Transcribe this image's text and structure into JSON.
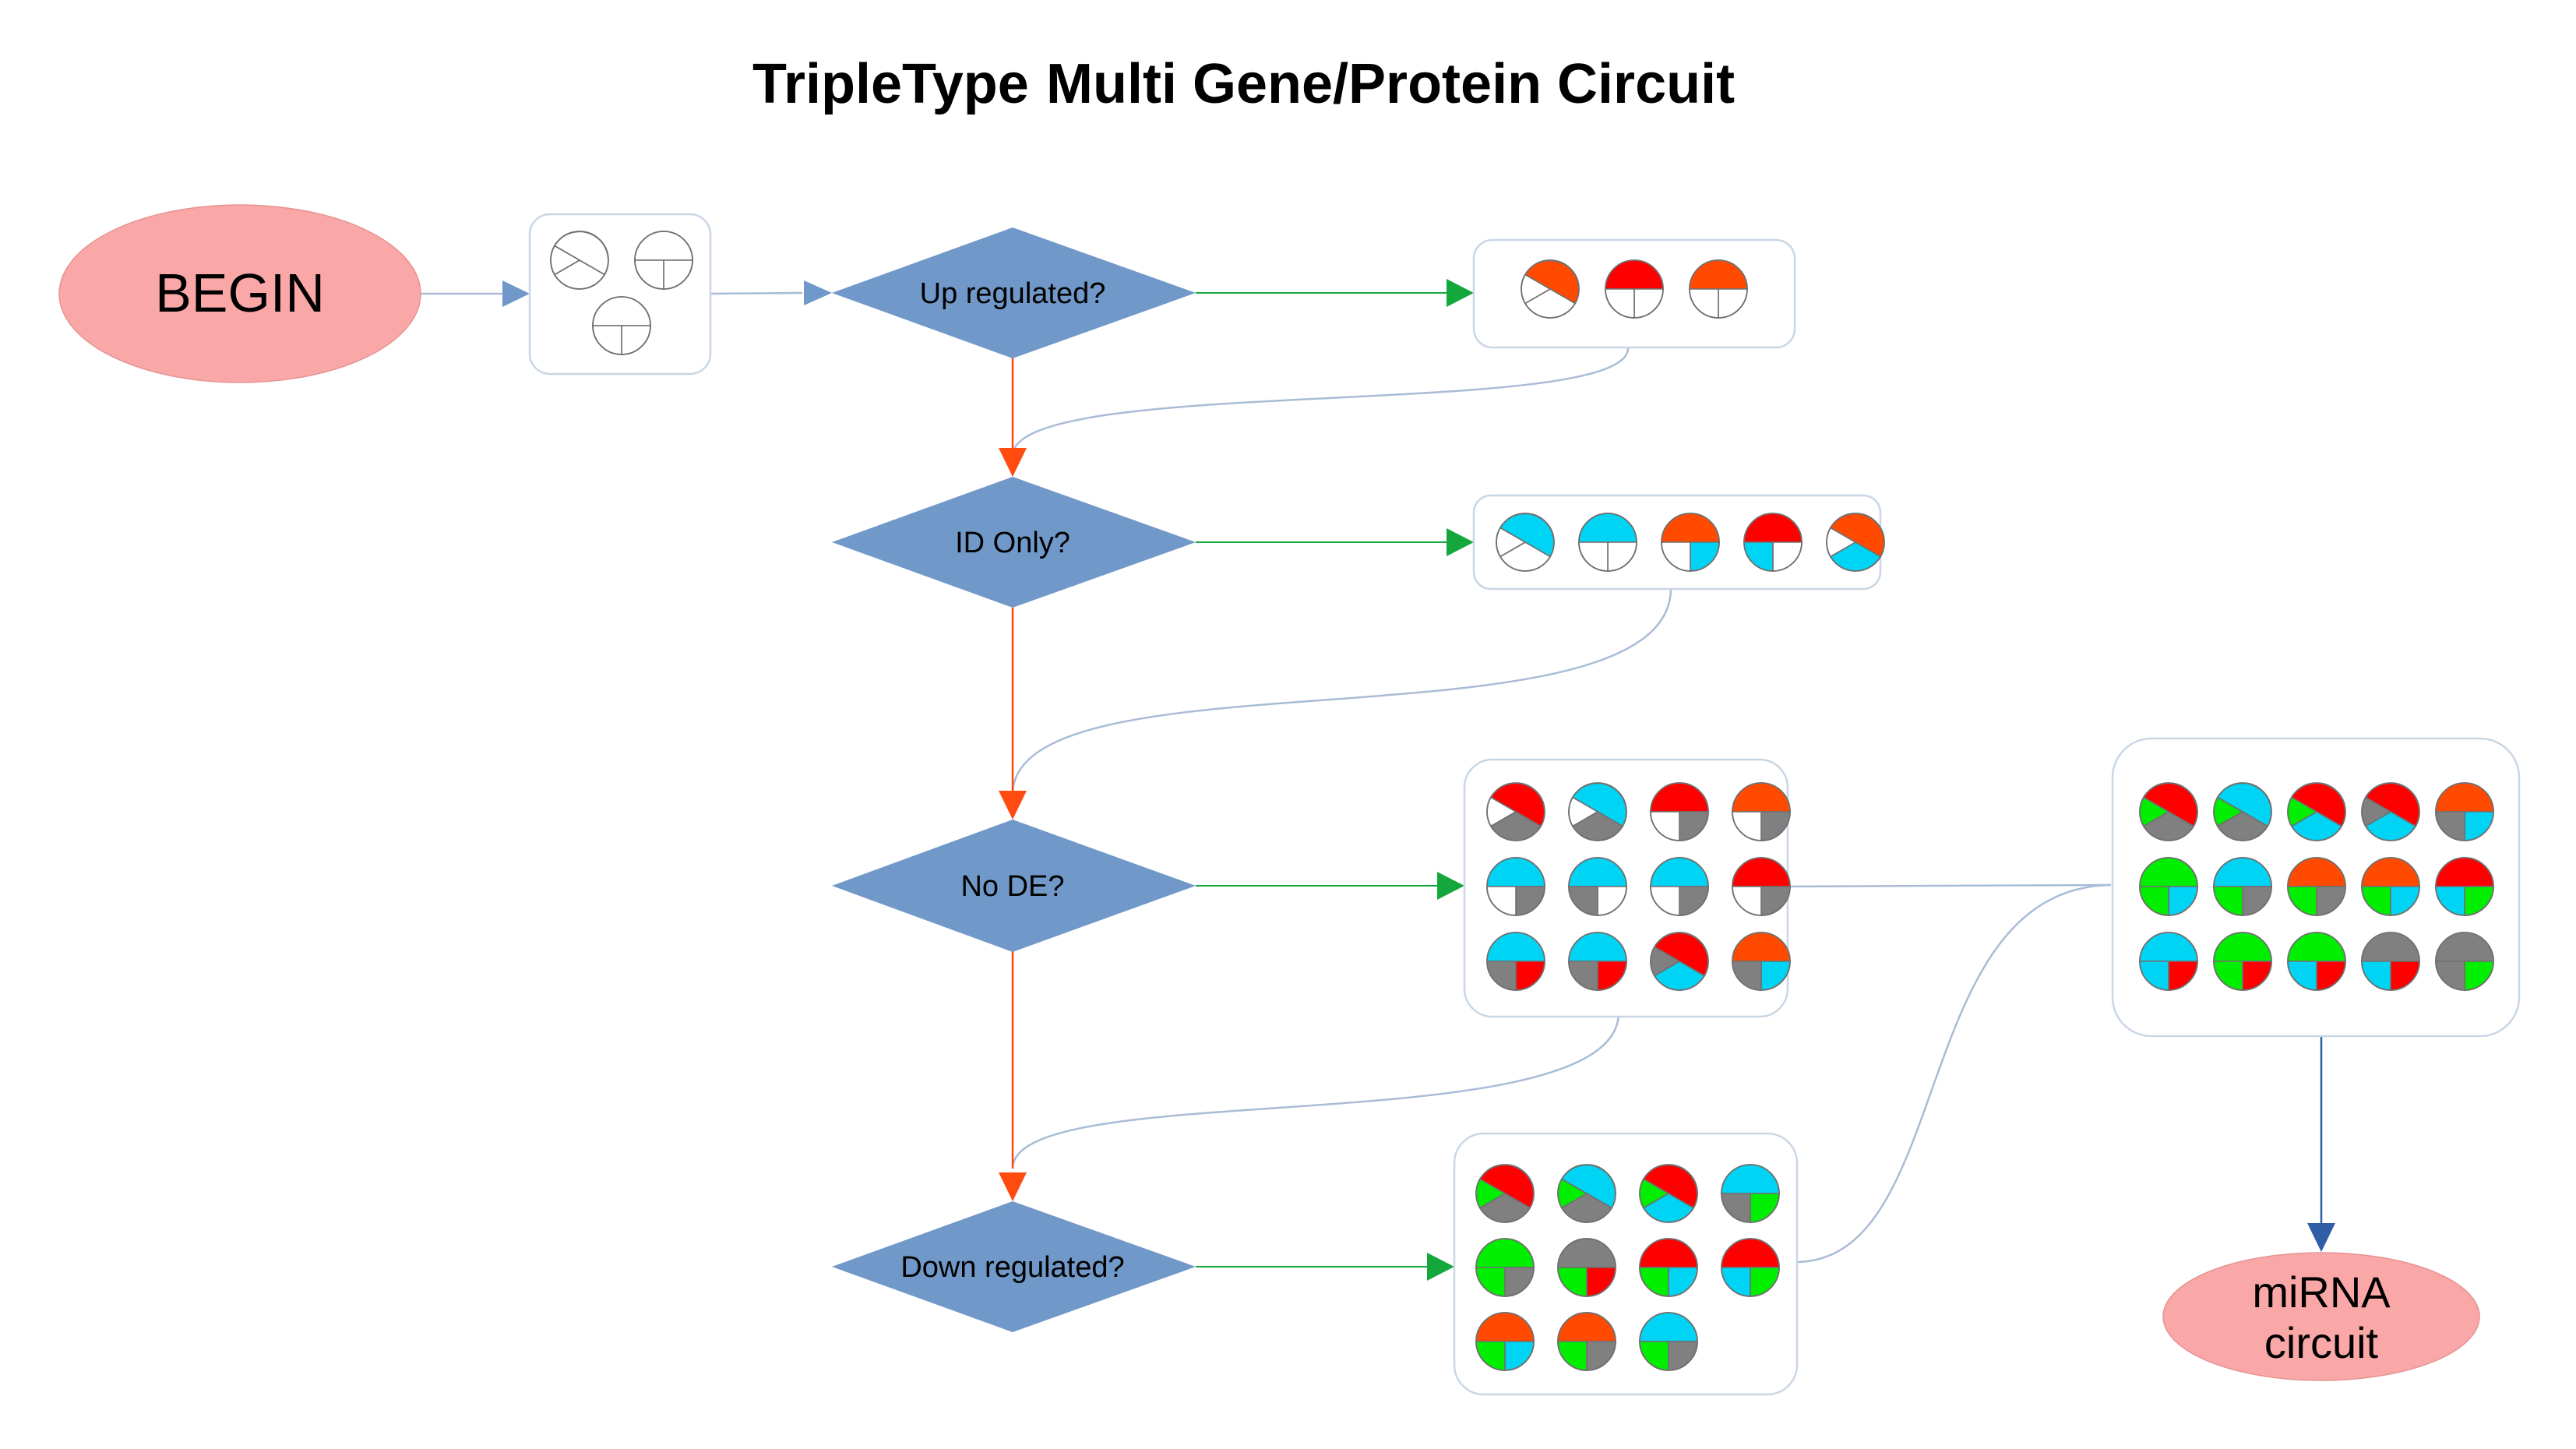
{
  "title": {
    "part1": "TripleType",
    "part2": "Multi Gene/Protein Circuit"
  },
  "begin_label": "BEGIN",
  "end_label": {
    "line1": "miRNA",
    "line2": "circuit"
  },
  "decisions": {
    "up": "Up regulated?",
    "id_only": "ID Only?",
    "no_de": "No DE?",
    "down": "Down regulated?"
  },
  "colors": {
    "oval": "#f9a7a7",
    "diamond": "#7098c8",
    "yes_arrow": "#14a83c",
    "no_arrow": "#ff4a10",
    "connector": "#a9bcd6",
    "final_arrow": "#2f5da6",
    "white": "#ffffff",
    "red": "#ff0000",
    "orange": "#ff4a00",
    "cyan": "#00d4f5",
    "gray": "#808080",
    "green": "#00ee00"
  },
  "glyph_legend": {
    "W": "white",
    "R": "red",
    "O": "orange",
    "C": "cyan",
    "G": "gray",
    "N": "green",
    "3": "three-part circle",
    "4": "half-and-quarters circle"
  },
  "pie_groups": {
    "start": [
      "3WWW",
      "4WWW",
      "4WWW"
    ],
    "up": [
      "3OWW",
      "4RWW",
      "4OWW"
    ],
    "id_only": [
      "3CWW",
      "4CWW",
      "4OCW",
      "4RWC",
      "3OCW"
    ],
    "no_de": [
      "3RGW",
      "3CGW",
      "4RGW",
      "4OGW",
      "4CGW",
      "4CWG",
      "4CGW",
      "4RGW",
      "4CRG",
      "4CRG",
      "3RCG",
      "4OCG"
    ],
    "down": [
      "3RGN",
      "3CGN",
      "3RCN",
      "4CNG",
      "4NGN",
      "4GRN",
      "4RCN",
      "4RNC",
      "4OCN",
      "4OGN",
      "4CGN"
    ],
    "combined": [
      "3RGN",
      "3CGN",
      "3RCN",
      "3RCG",
      "4OCG",
      "4NCN",
      "4CGN",
      "4OGN",
      "4OCN",
      "4RNC",
      "4CRC",
      "4NRN",
      "4NRC",
      "4GRC",
      "4GNG"
    ]
  }
}
